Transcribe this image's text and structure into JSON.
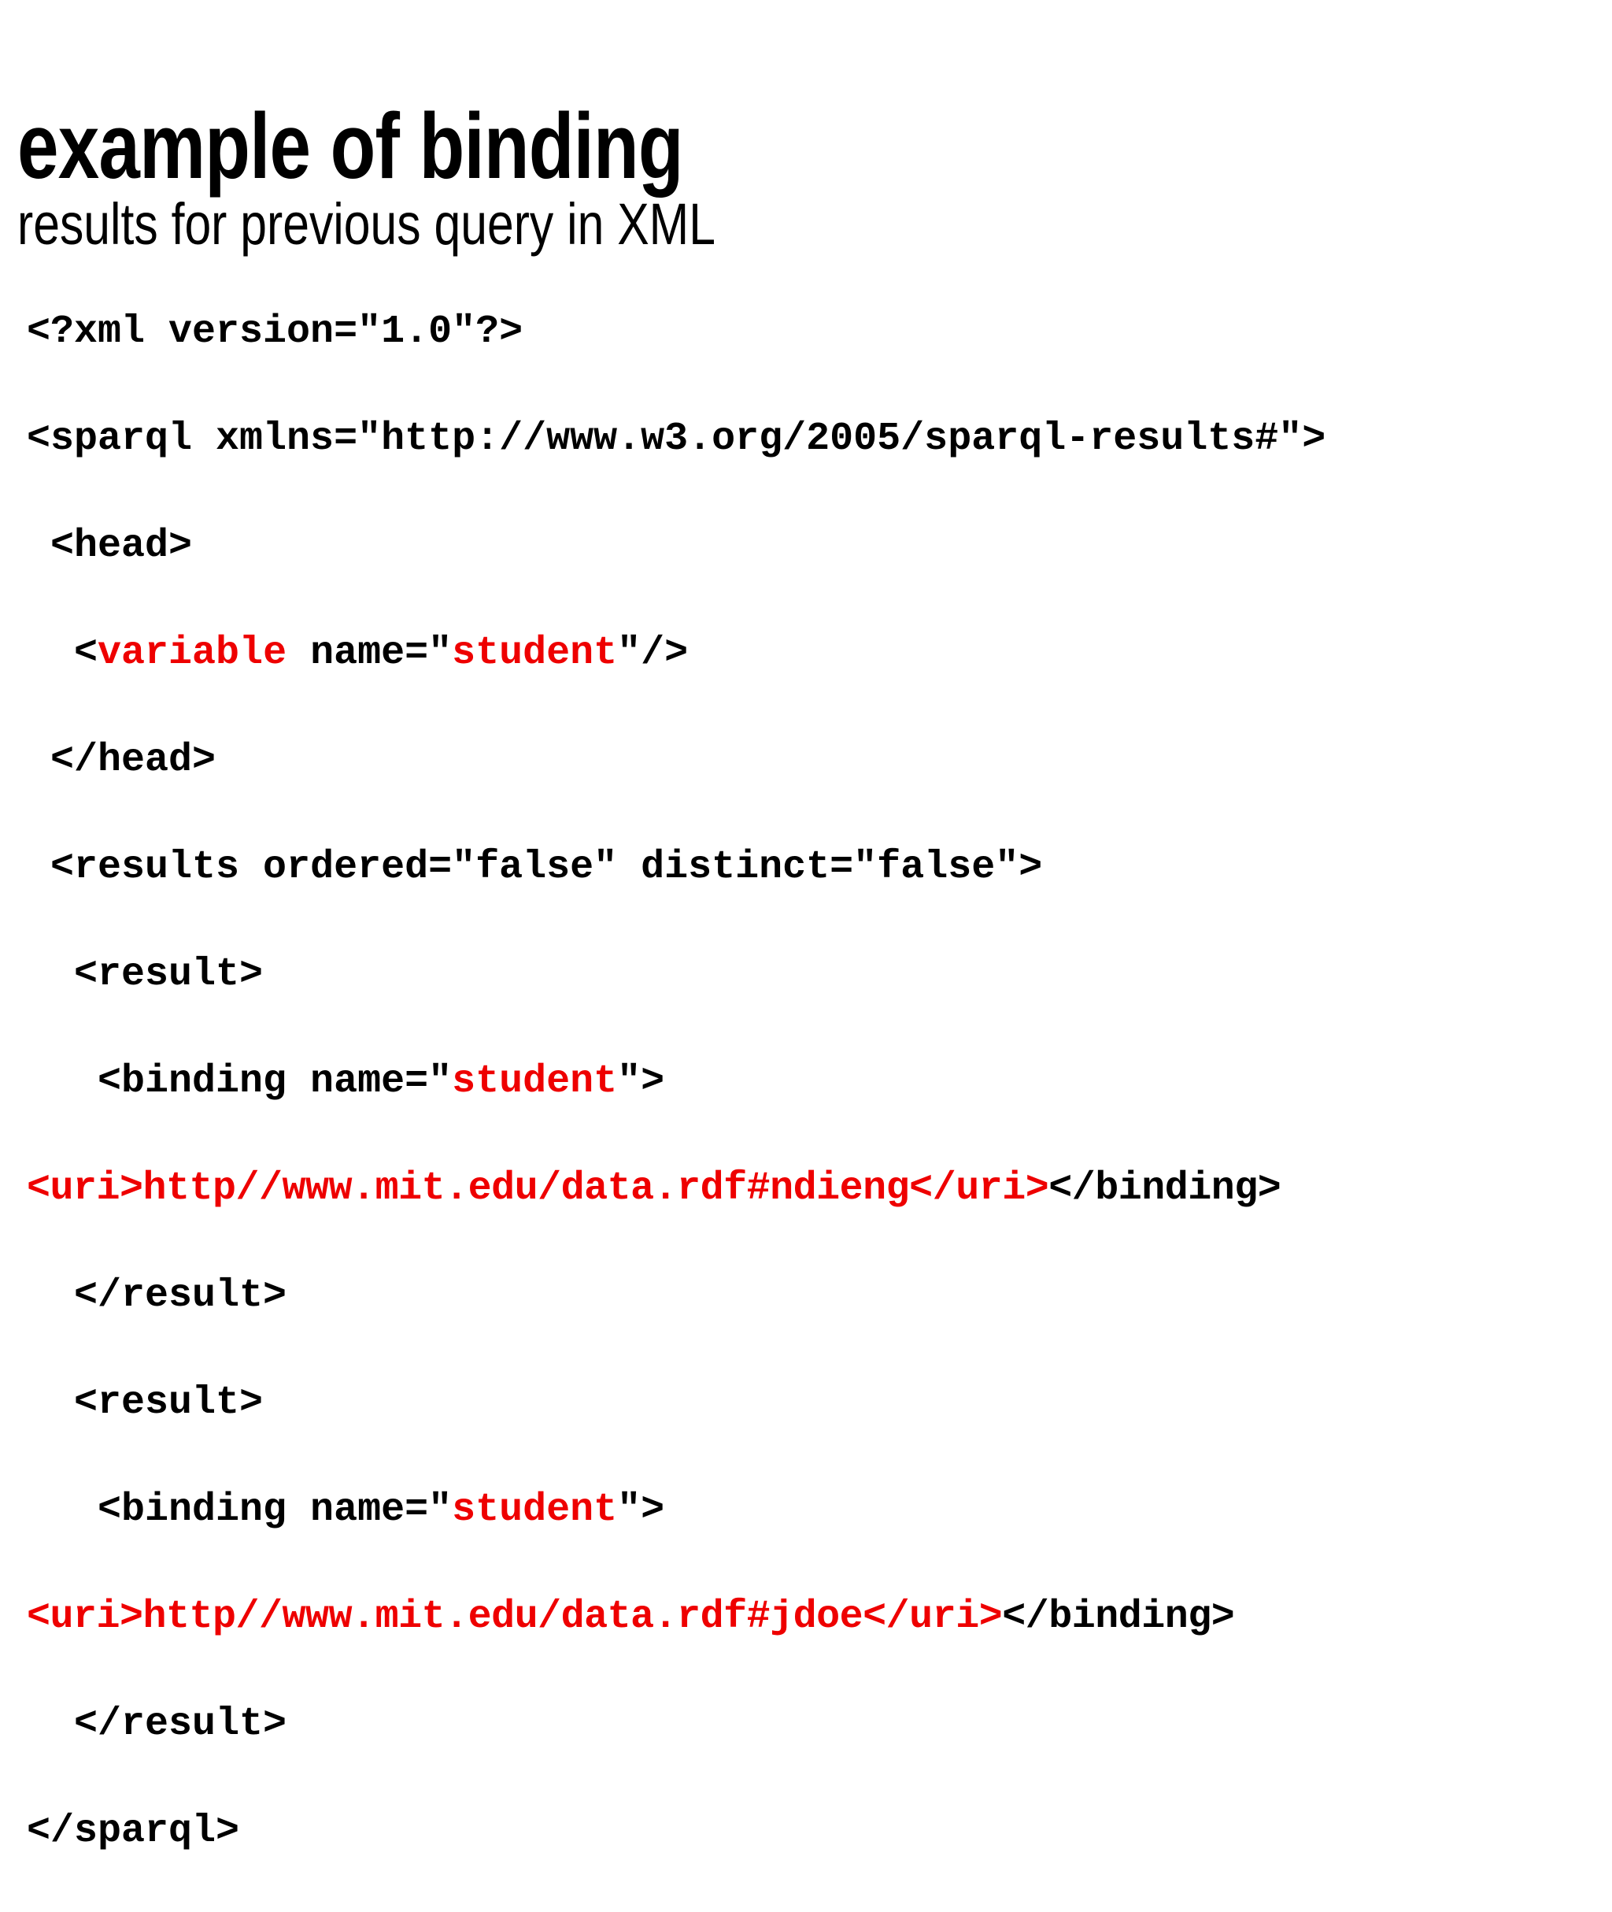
{
  "slide": {
    "title": "example of binding",
    "subtitle": "results for previous query in XML",
    "background_color": "#ffffff",
    "text_color": "#000000",
    "accent_color": "#ee0000"
  },
  "code": {
    "language": "xml",
    "lines": [
      {
        "id": "line-xml-decl",
        "indent": 0,
        "tokens": [
          {
            "text": "<?xml version=\"1.0\"?>",
            "color": "black"
          }
        ]
      },
      {
        "id": "line-sparql-open",
        "indent": 0,
        "tokens": [
          {
            "text": "<sparql xmlns=\"http://www.w3.org/2005/sparql-results#\">",
            "color": "black"
          }
        ]
      },
      {
        "id": "line-head-open",
        "indent": 1,
        "tokens": [
          {
            "text": "<head>",
            "color": "black"
          }
        ]
      },
      {
        "id": "line-variable",
        "indent": 2,
        "tokens": [
          {
            "text": "<",
            "color": "black"
          },
          {
            "text": "variable",
            "color": "red"
          },
          {
            "text": " name=\"",
            "color": "black"
          },
          {
            "text": "student",
            "color": "red"
          },
          {
            "text": "\"/>",
            "color": "black"
          }
        ]
      },
      {
        "id": "line-head-close",
        "indent": 1,
        "tokens": [
          {
            "text": "</head>",
            "color": "black"
          }
        ]
      },
      {
        "id": "line-results-open",
        "indent": 1,
        "tokens": [
          {
            "text": "<results ordered=\"false\" distinct=\"false\">",
            "color": "black"
          }
        ]
      },
      {
        "id": "line-result-open-1",
        "indent": 2,
        "tokens": [
          {
            "text": "<result>",
            "color": "black"
          }
        ]
      },
      {
        "id": "line-binding-open-1",
        "indent": 3,
        "tokens": [
          {
            "text": "<binding name=\"",
            "color": "black"
          },
          {
            "text": "student",
            "color": "red"
          },
          {
            "text": "\">",
            "color": "black"
          }
        ]
      },
      {
        "id": "line-uri-1",
        "indent": 0,
        "emphasis": true,
        "tokens": [
          {
            "text": "<uri>http//www.mit.edu/data.rdf#ndieng</uri>",
            "color": "red"
          },
          {
            "text": "</binding>",
            "color": "black"
          }
        ]
      },
      {
        "id": "line-result-close-1",
        "indent": 2,
        "tokens": [
          {
            "text": "</result>",
            "color": "black"
          }
        ]
      },
      {
        "id": "line-result-open-2",
        "indent": 2,
        "tokens": [
          {
            "text": "<result>",
            "color": "black"
          }
        ]
      },
      {
        "id": "line-binding-open-2",
        "indent": 3,
        "tokens": [
          {
            "text": "<binding name=\"",
            "color": "black"
          },
          {
            "text": "student",
            "color": "red"
          },
          {
            "text": "\">",
            "color": "black"
          }
        ]
      },
      {
        "id": "line-uri-2",
        "indent": 0,
        "emphasis": true,
        "tokens": [
          {
            "text": "<uri>http//www.mit.edu/data.rdf#jdoe</uri>",
            "color": "red"
          },
          {
            "text": "</binding>",
            "color": "black"
          }
        ]
      },
      {
        "id": "line-result-close-2",
        "indent": 2,
        "tokens": [
          {
            "text": "</result>",
            "color": "black"
          }
        ]
      },
      {
        "id": "line-sparql-close",
        "indent": 0,
        "tokens": [
          {
            "text": "</sparql>",
            "color": "black"
          }
        ]
      }
    ]
  }
}
